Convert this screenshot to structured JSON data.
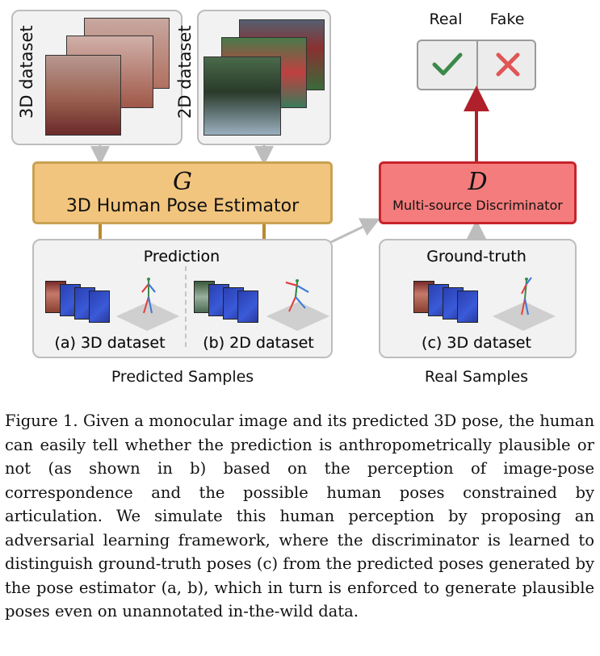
{
  "figure": {
    "dataset_3d_label": "3D dataset",
    "dataset_2d_label": "2D dataset",
    "generator": {
      "symbol": "G",
      "name": "3D Human Pose Estimator"
    },
    "discriminator": {
      "symbol": "D",
      "name": "Multi-source Discriminator"
    },
    "real_label": "Real",
    "fake_label": "Fake",
    "prediction_label": "Prediction",
    "groundtruth_label": "Ground-truth",
    "sample_a": "(a) 3D dataset",
    "sample_b": "(b) 2D dataset",
    "sample_c": "(c) 3D dataset",
    "predicted_samples": "Predicted Samples",
    "real_samples": "Real Samples",
    "colors": {
      "generator_fill": "#f2c57e",
      "discriminator_fill": "#f47c7c",
      "real_check": "#3a8a4a",
      "fake_cross": "#e05555",
      "arrow_gold": "#b98a30",
      "arrow_red": "#b0202a"
    }
  },
  "caption": {
    "text": "Figure 1. Given a monocular image and its predicted 3D pose, the human can easily tell whether the prediction is anthropometrically plausible or not (as shown in b) based on the perception of image-pose correspondence and the possible human poses constrained by articulation. We simulate this human perception by proposing an adversarial learning framework, where the discriminator is learned to distinguish ground-truth poses (c) from the predicted poses generated by the pose estimator (a, b), which in turn is enforced to generate plausible poses even on unannotated in-the-wild data."
  }
}
